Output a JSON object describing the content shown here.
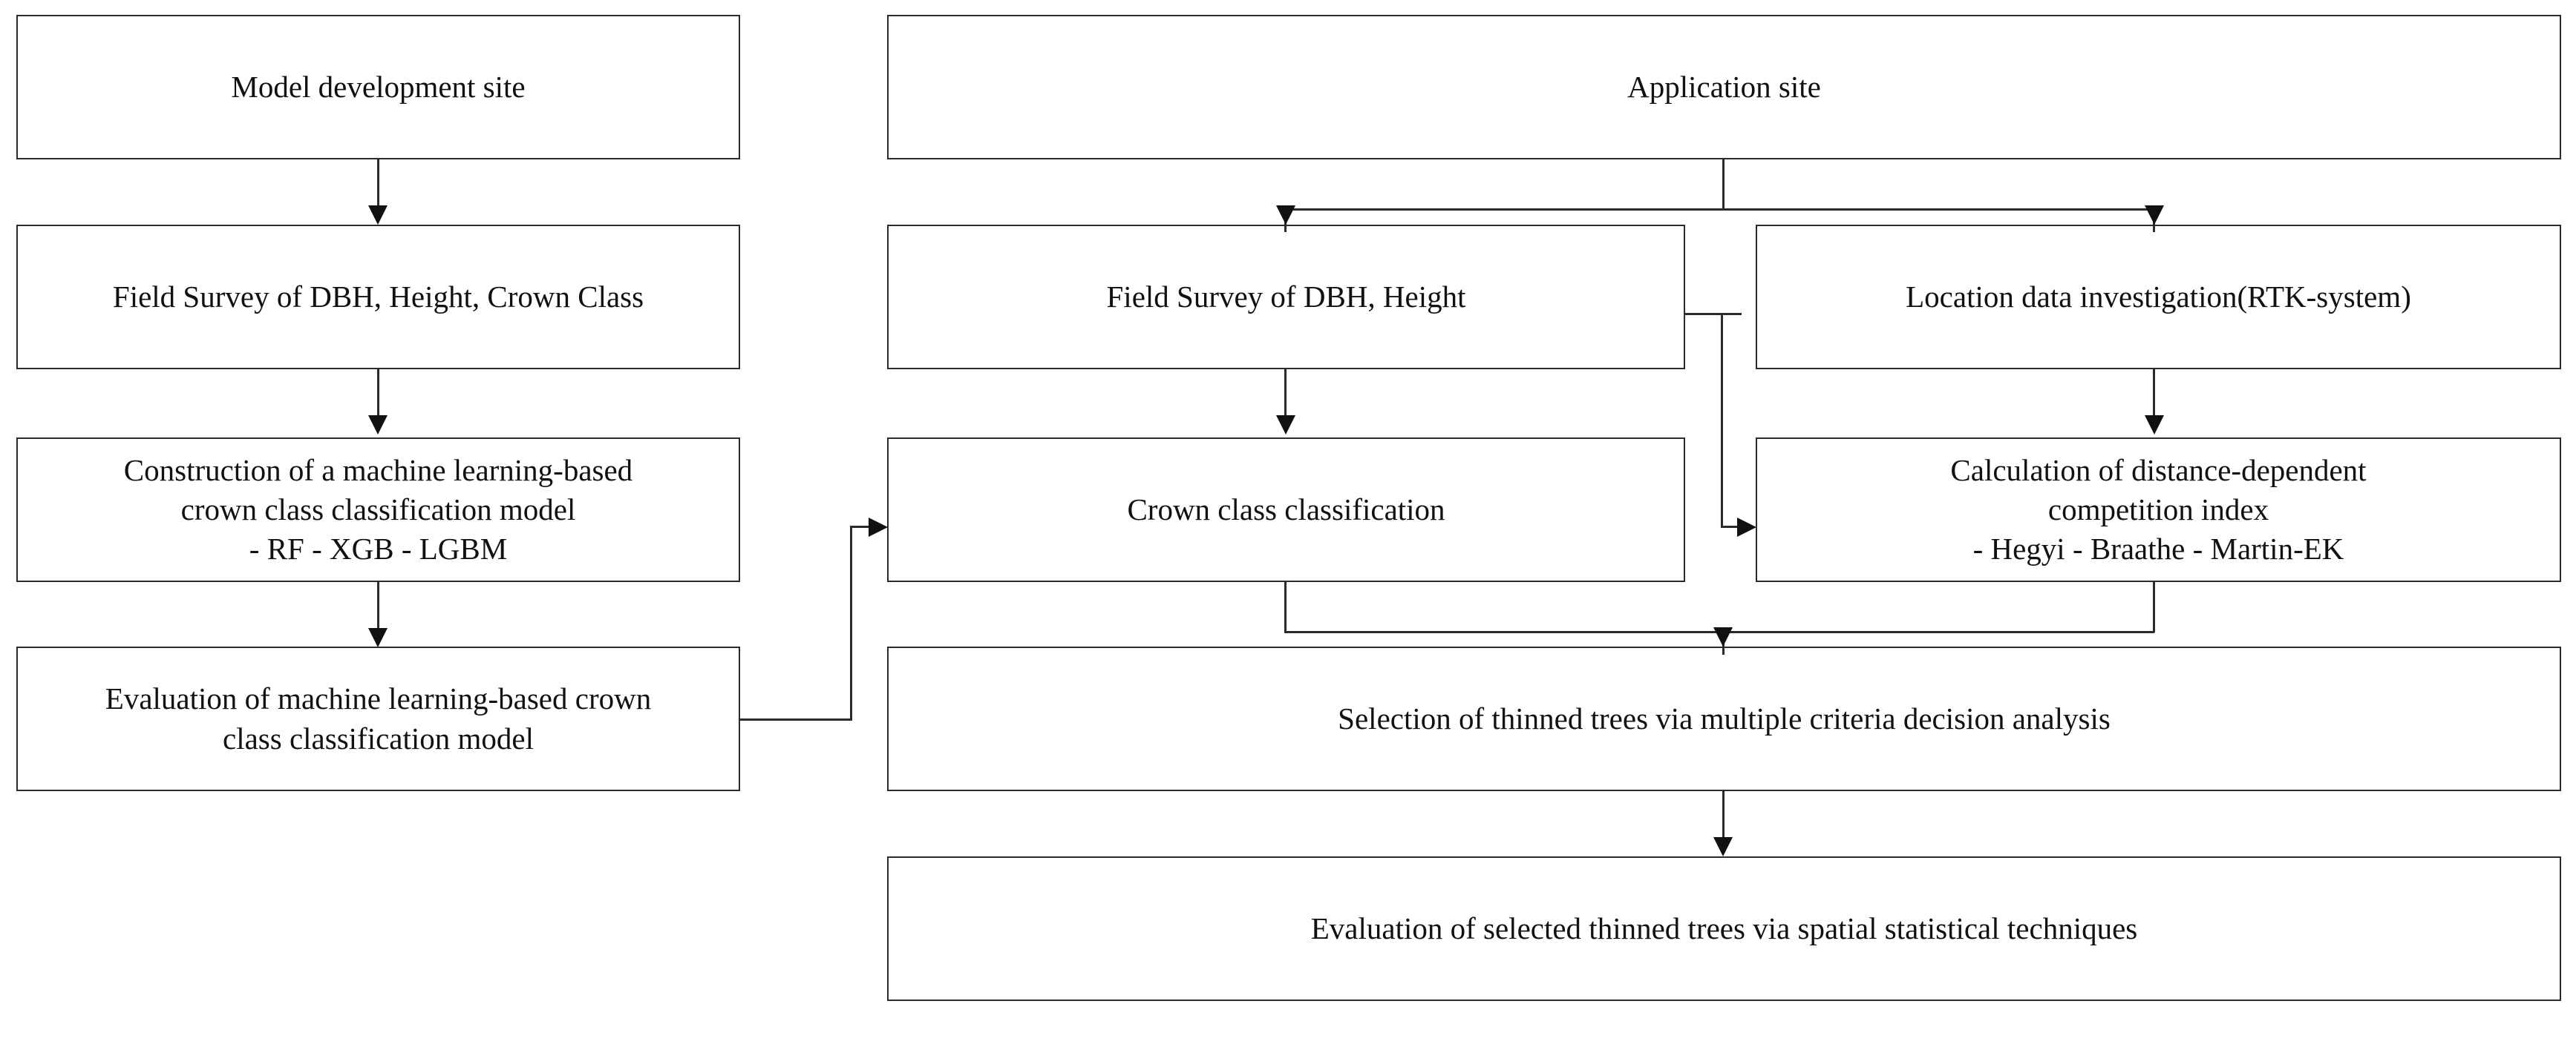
{
  "diagram": {
    "title": "Research workflow flowchart",
    "line_color": "#2b2b2b",
    "box_fill": "#ffffff",
    "text_color": "#111111",
    "columns": {
      "left": "Model development site",
      "right": "Application site"
    },
    "nodes": [
      {
        "id": "model-development-site",
        "label": "Model development site",
        "column": "left",
        "row": 1
      },
      {
        "id": "field-survey-dbh-height-crown-class",
        "label": "Field Survey of DBH, Height, Crown Class",
        "column": "left",
        "row": 2
      },
      {
        "id": "construction-ml-crown-class-model",
        "label": "Construction of a machine learning-based\ncrown class classification model\n- RF   - XGB   - LGBM",
        "column": "left",
        "row": 3
      },
      {
        "id": "evaluation-ml-crown-class-model",
        "label": "Evaluation of machine learning-based crown\nclass classification model",
        "column": "left",
        "row": 4
      },
      {
        "id": "application-site",
        "label": "Application site",
        "column": "right",
        "row": 1
      },
      {
        "id": "field-survey-dbh-height",
        "label": "Field Survey of DBH, Height",
        "column": "right-a",
        "row": 2
      },
      {
        "id": "location-data-investigation",
        "label": "Location data investigation(RTK-system)",
        "column": "right-b",
        "row": 2
      },
      {
        "id": "crown-class-classification",
        "label": "Crown class classification",
        "column": "right-a",
        "row": 3
      },
      {
        "id": "calculation-competition-index",
        "label": "Calculation of distance-dependent\ncompetition index\n- Hegyi   - Braathe   - Martin-EK",
        "column": "right-b",
        "row": 3
      },
      {
        "id": "selection-thinned-trees",
        "label": "Selection of thinned trees via multiple criteria decision analysis",
        "column": "right",
        "row": 4
      },
      {
        "id": "evaluation-selected-thinned-trees",
        "label": "Evaluation of selected thinned trees via spatial statistical techniques",
        "column": "right",
        "row": 5
      }
    ],
    "edges": [
      {
        "id": "edge-model-site-to-field-survey",
        "from": "model-development-site",
        "to": "field-survey-dbh-height-crown-class",
        "kind": "straight-down"
      },
      {
        "id": "edge-field-survey-to-construction",
        "from": "field-survey-dbh-height-crown-class",
        "to": "construction-ml-crown-class-model",
        "kind": "straight-down"
      },
      {
        "id": "edge-construction-to-evaluation",
        "from": "construction-ml-crown-class-model",
        "to": "evaluation-ml-crown-class-model",
        "kind": "straight-down"
      },
      {
        "id": "edge-evaluation-to-crown-class-classification",
        "from": "evaluation-ml-crown-class-model",
        "to": "crown-class-classification",
        "kind": "elbow-right-up"
      },
      {
        "id": "edge-application-site-to-field-survey",
        "from": "application-site",
        "to": "field-survey-dbh-height",
        "kind": "split-left"
      },
      {
        "id": "edge-application-site-to-location-data",
        "from": "application-site",
        "to": "location-data-investigation",
        "kind": "split-right"
      },
      {
        "id": "edge-field-survey-to-crown-class",
        "from": "field-survey-dbh-height",
        "to": "crown-class-classification",
        "kind": "straight-down"
      },
      {
        "id": "edge-field-survey-to-competition-index",
        "from": "field-survey-dbh-height",
        "to": "calculation-competition-index",
        "kind": "elbow-right-down"
      },
      {
        "id": "edge-location-data-to-competition-index",
        "from": "location-data-investigation",
        "to": "calculation-competition-index",
        "kind": "straight-down"
      },
      {
        "id": "edge-merge-to-selection",
        "from": "crown-class-classification + calculation-competition-index",
        "to": "selection-thinned-trees",
        "kind": "merge-down"
      },
      {
        "id": "edge-selection-to-final-evaluation",
        "from": "selection-thinned-trees",
        "to": "evaluation-selected-thinned-trees",
        "kind": "straight-down"
      }
    ]
  }
}
